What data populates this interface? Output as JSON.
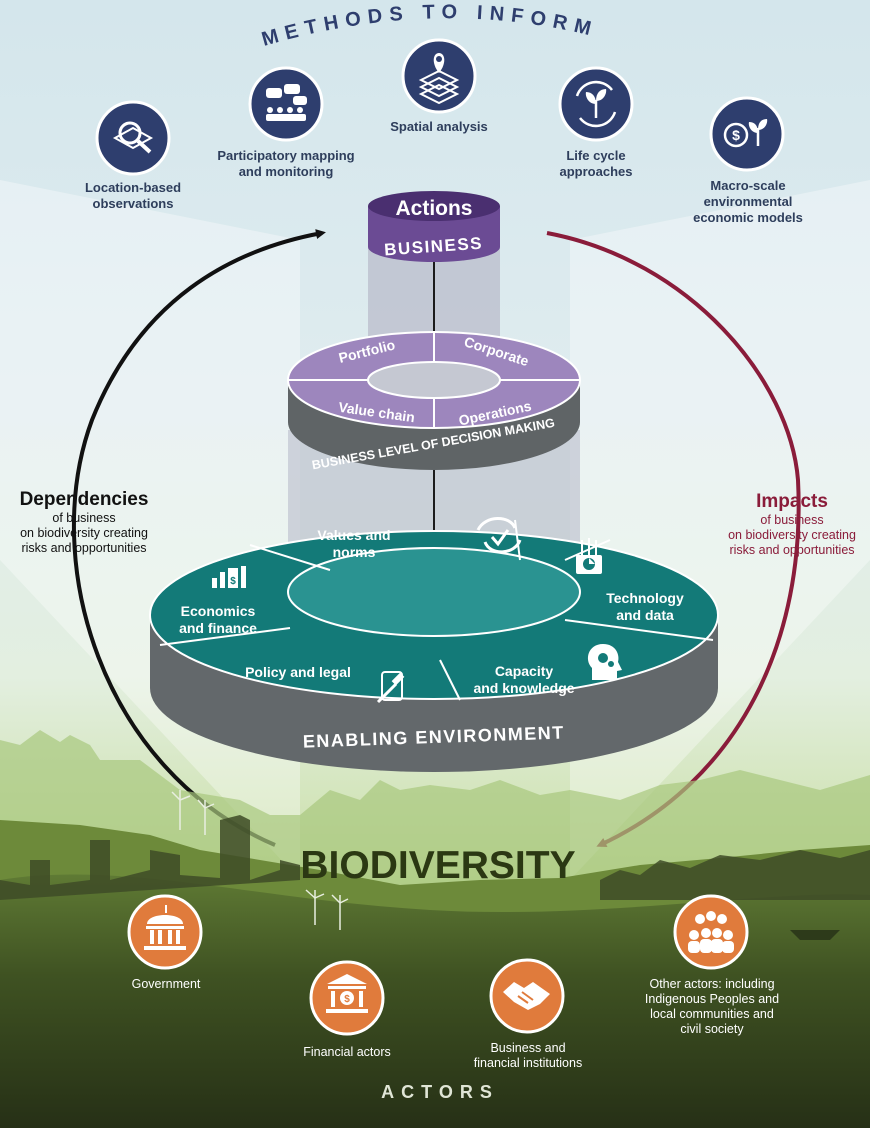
{
  "header": {
    "title": "METHODS TO INFORM"
  },
  "methods": [
    {
      "label": "Location-based observations",
      "line1": "Location-based",
      "line2": "observations",
      "icon": "location-magnifier-icon"
    },
    {
      "label": "Participatory mapping and monitoring",
      "line1": "Participatory mapping",
      "line2": "and monitoring",
      "icon": "speech-bubbles-people-icon"
    },
    {
      "label": "Spatial analysis",
      "icon": "layers-pin-icon"
    },
    {
      "label": "Life cycle approaches",
      "line1": "Life cycle",
      "line2": "approaches",
      "icon": "cycle-sprout-icon"
    },
    {
      "label": "Macro-scale environmental economic models",
      "line1": "Macro-scale",
      "line2": "environmental",
      "line3": "economic models",
      "icon": "dollar-sprout-icon"
    }
  ],
  "business": {
    "actions": "Actions",
    "label": "BUSINESS"
  },
  "decision_levels": {
    "title": "BUSINESS LEVEL OF DECISION MAKING",
    "segments": [
      "Portfolio",
      "Corporate",
      "Value chain",
      "Operations"
    ]
  },
  "enabling": {
    "title": "ENABLING ENVIRONMENT",
    "segments": {
      "values": {
        "line1": "Values and",
        "line2": "norms"
      },
      "tech": {
        "line1": "Technology",
        "line2": "and data"
      },
      "capacity": {
        "line1": "Capacity",
        "line2": "and knowledge"
      },
      "policy": "Policy and legal",
      "economics": {
        "line1": "Economics",
        "line2": "and finance"
      }
    }
  },
  "dependencies": {
    "title": "Dependencies",
    "line1": "of business",
    "line2": "on biodiversity creating",
    "line3": "risks and opportunities"
  },
  "impacts": {
    "title": "Impacts",
    "line1": "of business",
    "line2": "on biodiversity creating",
    "line3": "risks and opportunities"
  },
  "biodiversity": "BIODIVERSITY",
  "actors_title": "ACTORS",
  "actors": [
    {
      "label": "Government",
      "icon": "government-building-icon"
    },
    {
      "label": "Financial actors",
      "icon": "bank-icon"
    },
    {
      "label": "Business and financial institutions",
      "line1": "Business and",
      "line2": "financial institutions",
      "icon": "handshake-icon"
    },
    {
      "label": "Other actors: including Indigenous Peoples and local communities and civil society",
      "line1": "Other actors: including",
      "line2": "Indigenous Peoples and",
      "line3": "local communities and",
      "line4": "civil society",
      "icon": "people-group-icon"
    }
  ],
  "colors": {
    "navy": "#2e3e6e",
    "purple": "#6b4b94",
    "lavender": "#9d86bd",
    "teal": "#137a78",
    "maroon": "#8a1c3a",
    "orange": "#e07b3c",
    "gray": "#5f6466"
  }
}
